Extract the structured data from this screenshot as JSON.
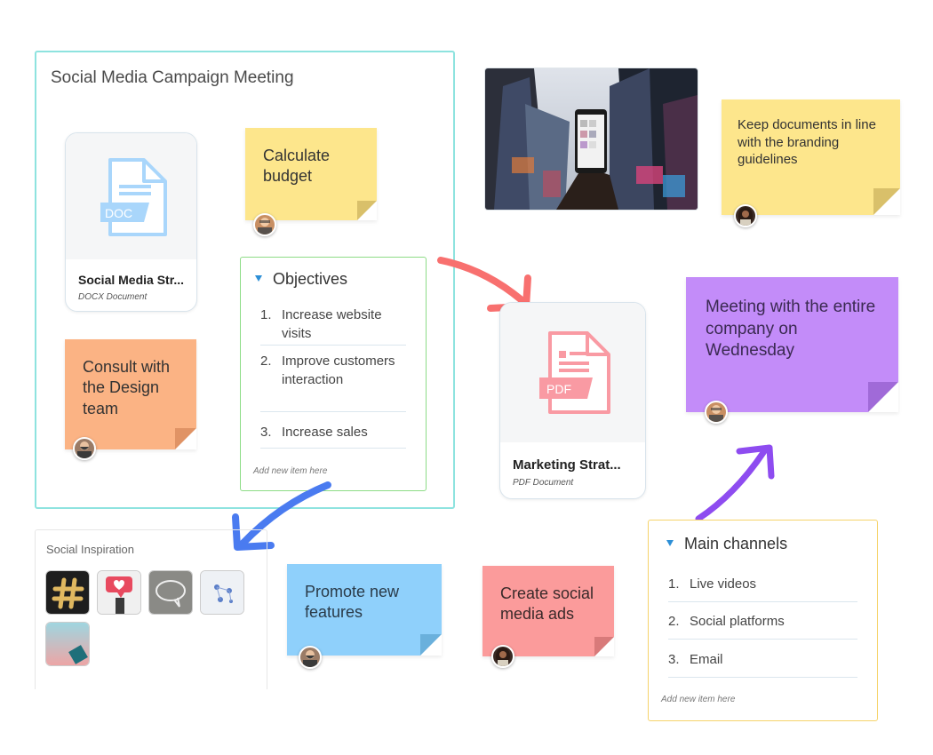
{
  "group": {
    "title": "Social Media Campaign Meeting"
  },
  "docs": {
    "social": {
      "badge": "DOC",
      "name": "Social Media Str...",
      "type": "DOCX Document"
    },
    "marketing": {
      "badge": "PDF",
      "name": "Marketing Strat...",
      "type": "PDF Document"
    }
  },
  "stickies": {
    "budget": {
      "text": "Calculate budget",
      "color": "#fde68c"
    },
    "design": {
      "text": "Consult with the Design team",
      "color": "#fbb384"
    },
    "branding": {
      "text": "Keep documents in line with the branding guidelines",
      "color": "#fde68c"
    },
    "meeting": {
      "text": "Meeting with the entire company on Wednesday",
      "color": "#c38cf9"
    },
    "features": {
      "text": "Promote new features",
      "color": "#8fd0fb"
    },
    "ads": {
      "text": "Create social media ads",
      "color": "#fb9b9b"
    }
  },
  "objectives": {
    "title": "Objectives",
    "items": [
      {
        "num": "1.",
        "text": "Increase website visits"
      },
      {
        "num": "2.",
        "text": "Improve customers interaction"
      },
      {
        "num": "3.",
        "text": "Increase sales"
      }
    ],
    "add_item": "Add new item here"
  },
  "channels": {
    "title": "Main channels",
    "items": [
      {
        "num": "1.",
        "text": "Live videos"
      },
      {
        "num": "2.",
        "text": "Social platforms"
      },
      {
        "num": "3.",
        "text": "Email"
      }
    ],
    "add_item": "Add new item here"
  },
  "inspiration": {
    "title": "Social Inspiration"
  },
  "colors": {
    "group_border": "#8ee3df",
    "objectives_border": "#8ddc86",
    "channels_border": "#f6d36a",
    "arrow_red": "#f8706f",
    "arrow_blue": "#4a7bf0",
    "arrow_purple": "#8e4cf0",
    "doc_blue": "#a9d6fb",
    "pdf_pink": "#f99aa3"
  }
}
